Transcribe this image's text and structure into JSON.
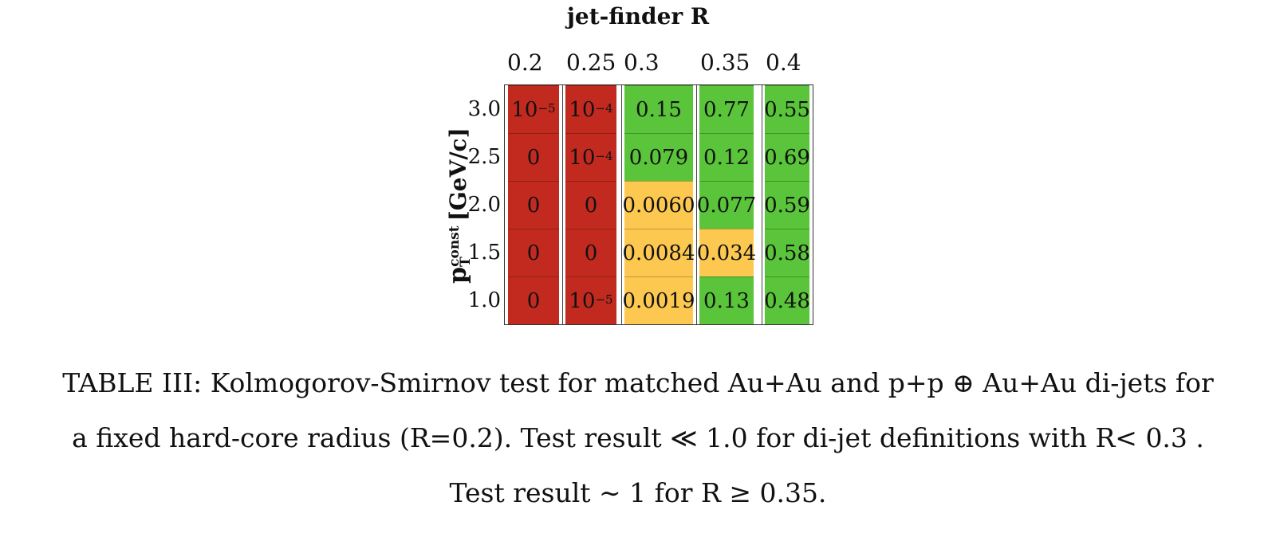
{
  "table": {
    "title": "jet-finder R",
    "columns": [
      "0.2",
      "0.25",
      "0.3",
      "0.35",
      "0.4"
    ],
    "rows": [
      "3.0",
      "2.5",
      "2.0",
      "1.5",
      "1.0"
    ],
    "ylabel": {
      "main": "p",
      "superscript": "const",
      "subscript": "T",
      "unit": "[GeV/c]"
    },
    "cells": [
      [
        {
          "text": "10",
          "exp": "−5",
          "color": "#c22a1f"
        },
        {
          "text": "10",
          "exp": "−4",
          "color": "#c22a1f"
        },
        {
          "text": "0.15",
          "color": "#5ac43a"
        },
        {
          "text": "0.77",
          "color": "#5ac43a"
        },
        {
          "text": "0.55",
          "color": "#5ac43a"
        }
      ],
      [
        {
          "text": "0",
          "color": "#c22a1f"
        },
        {
          "text": "10",
          "exp": "−4",
          "color": "#c22a1f"
        },
        {
          "text": "0.079",
          "color": "#5ac43a"
        },
        {
          "text": "0.12",
          "color": "#5ac43a"
        },
        {
          "text": "0.69",
          "color": "#5ac43a"
        }
      ],
      [
        {
          "text": "0",
          "color": "#c22a1f"
        },
        {
          "text": "0",
          "color": "#c22a1f"
        },
        {
          "text": "0.0060",
          "color": "#fcc850"
        },
        {
          "text": "0.077",
          "color": "#5ac43a"
        },
        {
          "text": "0.59",
          "color": "#5ac43a"
        }
      ],
      [
        {
          "text": "0",
          "color": "#c22a1f"
        },
        {
          "text": "0",
          "color": "#c22a1f"
        },
        {
          "text": "0.0084",
          "color": "#fcc850"
        },
        {
          "text": "0.034",
          "color": "#fcc850"
        },
        {
          "text": "0.58",
          "color": "#5ac43a"
        }
      ],
      [
        {
          "text": "0",
          "color": "#c22a1f"
        },
        {
          "text": "10",
          "exp": "−5",
          "color": "#c22a1f"
        },
        {
          "text": "0.0019",
          "color": "#fcc850"
        },
        {
          "text": "0.13",
          "color": "#5ac43a"
        },
        {
          "text": "0.48",
          "color": "#5ac43a"
        }
      ]
    ]
  },
  "caption": {
    "line1": "TABLE III:  Kolmogorov-Smirnov test for matched Au+Au and p+p ⊕ Au+Au di-jets for",
    "line2": "a fixed hard-core radius (R=0.2). Test result ≪ 1.0 for di-jet definitions with R< 0.3 .",
    "line3": "Test result ∼ 1 for R ≥ 0.35."
  },
  "colors": {
    "low": "#c22a1f",
    "mid": "#fcc850",
    "high": "#5ac43a"
  }
}
